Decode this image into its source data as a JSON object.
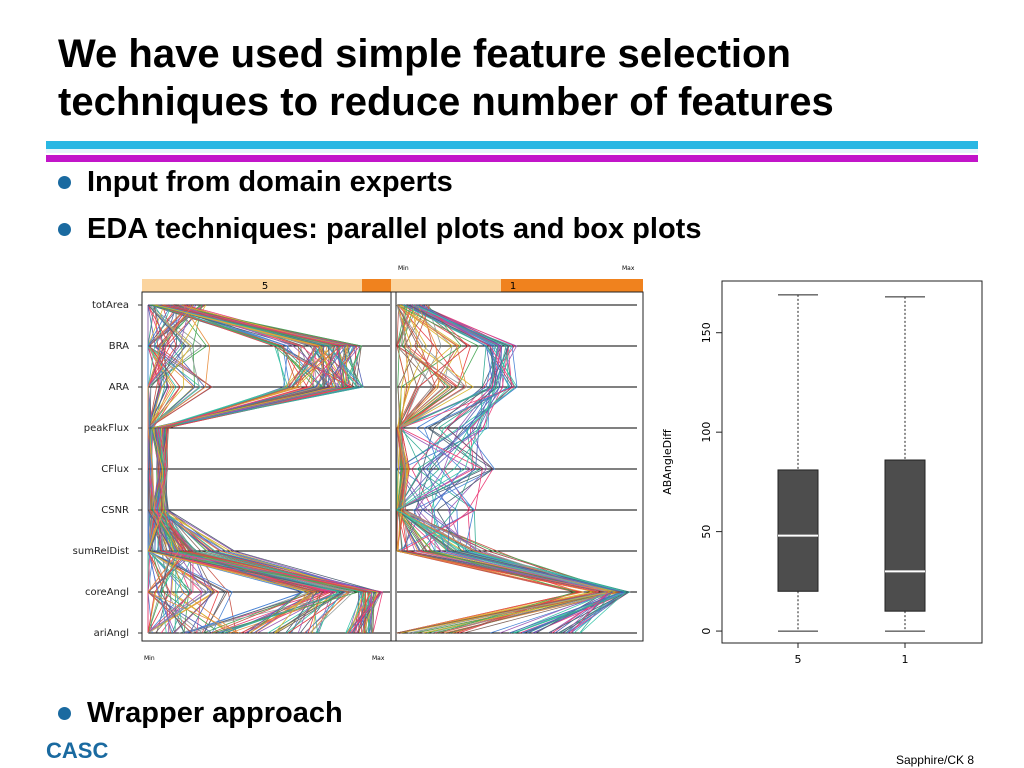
{
  "slide": {
    "title_line1": "We have used simple feature selection",
    "title_line2": "techniques to reduce number of features",
    "bullets": [
      "Input from domain experts",
      "EDA techniques: parallel plots and box plots",
      "Wrapper approach"
    ],
    "footer_left": "CASC",
    "footer_right": "Sapphire/CK 8"
  },
  "colors": {
    "accent_cyan": "#29b7e3",
    "accent_magenta": "#c215c9",
    "brand_blue": "#1a6aa0",
    "strip_orange": "#f0821e",
    "strip_light": "#fbd49e",
    "box_fill": "#4d4d4d"
  },
  "chart_data": [
    {
      "type": "parallel",
      "variables": [
        "totArea",
        "BRA",
        "ARA",
        "peakFlux",
        "CFlux",
        "CSNR",
        "sumRelDist",
        "coreAngl",
        "ariAngl"
      ],
      "panels": [
        {
          "label": "5",
          "x_min_label": "Min",
          "x_max_label": "Max"
        },
        {
          "label": "1",
          "x_min_label": "Min",
          "x_max_label": "Max"
        }
      ]
    },
    {
      "type": "box",
      "categories": [
        "5",
        "1"
      ],
      "ylabel": "ABAngleDiff",
      "yticks": [
        0,
        50,
        100,
        150
      ],
      "ylim": [
        -6,
        176
      ],
      "boxes": [
        {
          "whisker_low": 0,
          "q1": 20,
          "median": 48,
          "q3": 81,
          "whisker_high": 169
        },
        {
          "whisker_low": 0,
          "q1": 10,
          "median": 30,
          "q3": 86,
          "whisker_high": 168
        }
      ]
    }
  ]
}
